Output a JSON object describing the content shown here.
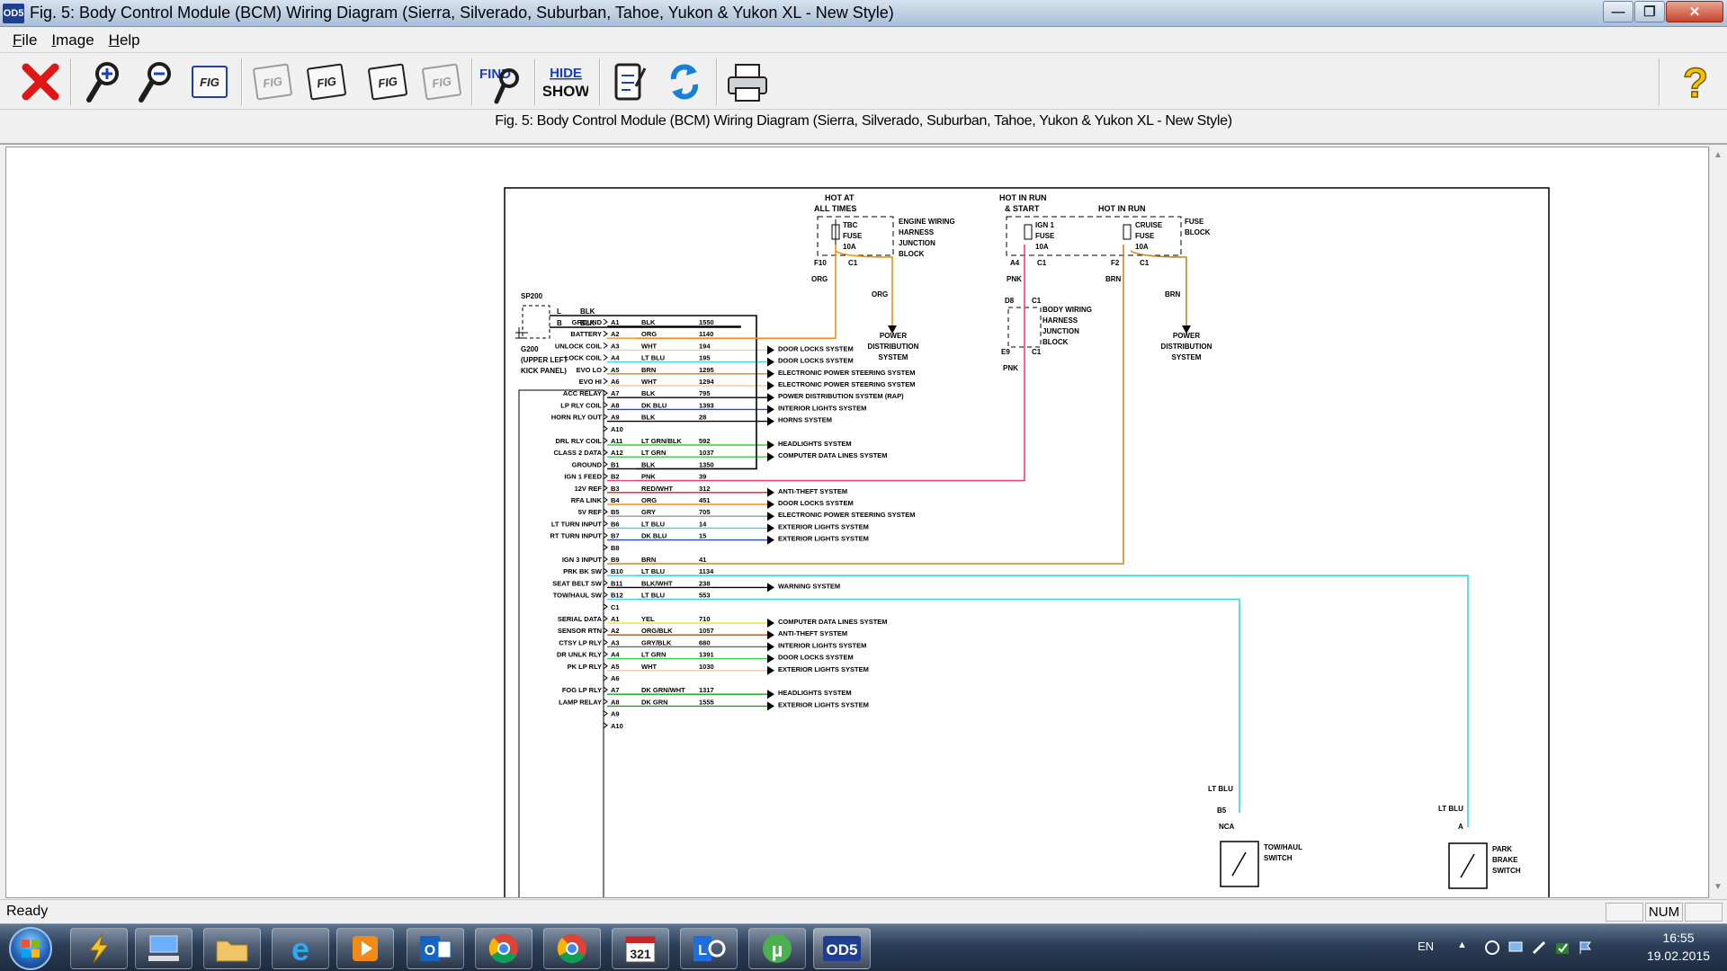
{
  "window": {
    "app_icon_text": "OD5",
    "title": "Fig. 5: Body Control Module (BCM) Wiring Diagram (Sierra, Silverado, Suburban, Tahoe, Yukon & Yukon XL - New Style)",
    "minimize_glyph": "—",
    "maximize_glyph": "❐",
    "close_glyph": "✕"
  },
  "menu": {
    "file": "File",
    "image": "Image",
    "help": "Help"
  },
  "toolbar": {
    "exit_icon": "red-x-icon",
    "find_label": "FIND",
    "hide_label": "HIDE",
    "show_label": "SHOW",
    "fig_label": "FIG",
    "help_glyph": "?"
  },
  "caption": "Fig. 5: Body Control Module (BCM) Wiring Diagram (Sierra, Silverado, Suburban, Tahoe, Yukon & Yukon XL - New Style)",
  "status": {
    "text": "Ready",
    "num": "NUM"
  },
  "taskbar": {
    "lang": "EN",
    "time": "16:55",
    "date": "19.02.2015",
    "od5_label": "OD5",
    "cal_label": "321"
  },
  "colors": {
    "orange": "#f0901a",
    "pink": "#e8446e",
    "brown": "#c58a2a",
    "ltblue": "#3bd5e0",
    "dkblue": "#2b44c8",
    "ltgreen": "#33d14a",
    "dkgreen": "#1c9e2c",
    "red": "#e41b1b",
    "yellow": "#f2e63a",
    "orgblk": "#a6521a",
    "white_wire": "#f7c79b"
  },
  "diagram": {
    "top": {
      "hot_at_all_times_1": "HOT AT",
      "hot_at_all_times_2": "ALL TIMES",
      "hot_in_run_start_1": "HOT IN RUN",
      "hot_in_run_start_2": "& START",
      "hot_in_run": "HOT IN RUN",
      "tbc_fuse_1": "TBC",
      "tbc_fuse_2": "FUSE",
      "tbc_fuse_3": "10A",
      "engine_block_1": "ENGINE WIRING",
      "engine_block_2": "HARNESS",
      "engine_block_3": "JUNCTION",
      "engine_block_4": "BLOCK",
      "ign1_fuse_1": "IGN 1",
      "ign1_fuse_2": "FUSE",
      "ign1_fuse_3": "10A",
      "cruise_fuse_1": "CRUISE",
      "cruise_fuse_2": "FUSE",
      "cruise_fuse_3": "10A",
      "fuse_block_1": "FUSE",
      "fuse_block_2": "BLOCK",
      "f10": "F10",
      "c1a": "C1",
      "a4": "A4",
      "c1b": "C1",
      "f2": "F2",
      "c1c": "C1",
      "org1": "ORG",
      "org2": "ORG",
      "pnk1": "PNK",
      "brn1": "BRN",
      "brn2": "BRN",
      "pds1_1": "POWER",
      "pds1_2": "DISTRIBUTION",
      "pds1_3": "SYSTEM",
      "pds2_1": "POWER",
      "pds2_2": "DISTRIBUTION",
      "pds2_3": "SYSTEM",
      "d8": "D8",
      "c1d": "C1",
      "e9": "E9",
      "c1e": "C1",
      "body_block_1": "BODY WIRING",
      "body_block_2": "HARNESS",
      "body_block_3": "JUNCTION",
      "body_block_4": "BLOCK",
      "pnk2": "PNK",
      "sp200": "SP200",
      "l_blk": "BLK",
      "b_blk": "BLK",
      "l": "L",
      "b": "B",
      "g200": "G200",
      "g200_desc_1": "(UPPER LEFT",
      "g200_desc_2": "KICK PANEL)"
    },
    "pins": [
      {
        "func": "GROUND",
        "pin": "A1",
        "color": "BLK",
        "circuit": "1550",
        "dest": ""
      },
      {
        "func": "BATTERY",
        "pin": "A2",
        "color": "ORG",
        "circuit": "1140",
        "dest": ""
      },
      {
        "func": "UNLOCK COIL",
        "pin": "A3",
        "color": "WHT",
        "circuit": "194",
        "dest": "DOOR LOCKS SYSTEM"
      },
      {
        "func": "LOCK COIL",
        "pin": "A4",
        "color": "LT BLU",
        "circuit": "195",
        "dest": "DOOR LOCKS SYSTEM"
      },
      {
        "func": "EVO LO",
        "pin": "A5",
        "color": "BRN",
        "circuit": "1295",
        "dest": "ELECTRONIC POWER STEERING SYSTEM"
      },
      {
        "func": "EVO HI",
        "pin": "A6",
        "color": "WHT",
        "circuit": "1294",
        "dest": "ELECTRONIC POWER STEERING SYSTEM"
      },
      {
        "func": "ACC RELAY",
        "pin": "A7",
        "color": "BLK",
        "circuit": "795",
        "dest": "POWER DISTRIBUTION SYSTEM (RAP)"
      },
      {
        "func": "LP RLY COIL",
        "pin": "A8",
        "color": "DK BLU",
        "circuit": "1393",
        "dest": "INTERIOR LIGHTS SYSTEM"
      },
      {
        "func": "HORN RLY OUT",
        "pin": "A9",
        "color": "BLK",
        "circuit": "28",
        "dest": "HORNS SYSTEM"
      },
      {
        "func": "",
        "pin": "A10",
        "color": "",
        "circuit": "",
        "dest": ""
      },
      {
        "func": "DRL RLY COIL",
        "pin": "A11",
        "color": "LT GRN/BLK",
        "circuit": "592",
        "dest": "HEADLIGHTS SYSTEM"
      },
      {
        "func": "CLASS 2 DATA",
        "pin": "A12",
        "color": "LT GRN",
        "circuit": "1037",
        "dest": "COMPUTER DATA LINES SYSTEM"
      },
      {
        "func": "GROUND",
        "pin": "B1",
        "color": "BLK",
        "circuit": "1350",
        "dest": ""
      },
      {
        "func": "IGN 1 FEED",
        "pin": "B2",
        "color": "PNK",
        "circuit": "39",
        "dest": ""
      },
      {
        "func": "12V REF",
        "pin": "B3",
        "color": "RED/WHT",
        "circuit": "312",
        "dest": "ANTI-THEFT SYSTEM"
      },
      {
        "func": "RFA LINK",
        "pin": "B4",
        "color": "ORG",
        "circuit": "451",
        "dest": "DOOR LOCKS SYSTEM"
      },
      {
        "func": "5V REF",
        "pin": "B5",
        "color": "GRY",
        "circuit": "705",
        "dest": "ELECTRONIC POWER STEERING SYSTEM"
      },
      {
        "func": "LT TURN INPUT",
        "pin": "B6",
        "color": "LT BLU",
        "circuit": "14",
        "dest": "EXTERIOR LIGHTS SYSTEM"
      },
      {
        "func": "RT TURN INPUT",
        "pin": "B7",
        "color": "DK BLU",
        "circuit": "15",
        "dest": "EXTERIOR LIGHTS SYSTEM"
      },
      {
        "func": "",
        "pin": "B8",
        "color": "",
        "circuit": "",
        "dest": ""
      },
      {
        "func": "IGN 3 INPUT",
        "pin": "B9",
        "color": "BRN",
        "circuit": "41",
        "dest": ""
      },
      {
        "func": "PRK BK SW",
        "pin": "B10",
        "color": "LT BLU",
        "circuit": "1134",
        "dest": ""
      },
      {
        "func": "SEAT BELT SW",
        "pin": "B11",
        "color": "BLK/WHT",
        "circuit": "238",
        "dest": "WARNING SYSTEM"
      },
      {
        "func": "TOW/HAUL SW",
        "pin": "B12",
        "color": "LT BLU",
        "circuit": "553",
        "dest": ""
      },
      {
        "func": "",
        "pin": "C1",
        "color": "",
        "circuit": "",
        "dest": ""
      },
      {
        "func": "SERIAL DATA",
        "pin": "A1",
        "color": "YEL",
        "circuit": "710",
        "dest": "COMPUTER DATA LINES SYSTEM"
      },
      {
        "func": "SENSOR RTN",
        "pin": "A2",
        "color": "ORG/BLK",
        "circuit": "1057",
        "dest": "ANTI-THEFT SYSTEM"
      },
      {
        "func": "CTSY LP RLY",
        "pin": "A3",
        "color": "GRY/BLK",
        "circuit": "680",
        "dest": "INTERIOR LIGHTS SYSTEM"
      },
      {
        "func": "DR UNLK RLY",
        "pin": "A4",
        "color": "LT GRN",
        "circuit": "1391",
        "dest": "DOOR LOCKS SYSTEM"
      },
      {
        "func": "PK LP RLY",
        "pin": "A5",
        "color": "WHT",
        "circuit": "1030",
        "dest": "EXTERIOR LIGHTS SYSTEM"
      },
      {
        "func": "",
        "pin": "A6",
        "color": "",
        "circuit": "",
        "dest": ""
      },
      {
        "func": "FOG LP RLY",
        "pin": "A7",
        "color": "DK GRN/WHT",
        "circuit": "1317",
        "dest": "HEADLIGHTS SYSTEM"
      },
      {
        "func": "LAMP RELAY",
        "pin": "A8",
        "color": "DK GRN",
        "circuit": "1555",
        "dest": "EXTERIOR LIGHTS SYSTEM"
      },
      {
        "func": "",
        "pin": "A9",
        "color": "",
        "circuit": "",
        "dest": ""
      },
      {
        "func": "",
        "pin": "A10",
        "color": "",
        "circuit": "",
        "dest": ""
      }
    ],
    "bottom": {
      "ltblu_tow": "LT BLU",
      "ltblu_park": "LT BLU",
      "b5": "B5",
      "nca": "NCA",
      "a": "A",
      "tow_switch_1": "TOW/HAUL",
      "tow_switch_2": "SWITCH",
      "park_switch_1": "PARK",
      "park_switch_2": "BRAKE",
      "park_switch_3": "SWITCH"
    }
  }
}
